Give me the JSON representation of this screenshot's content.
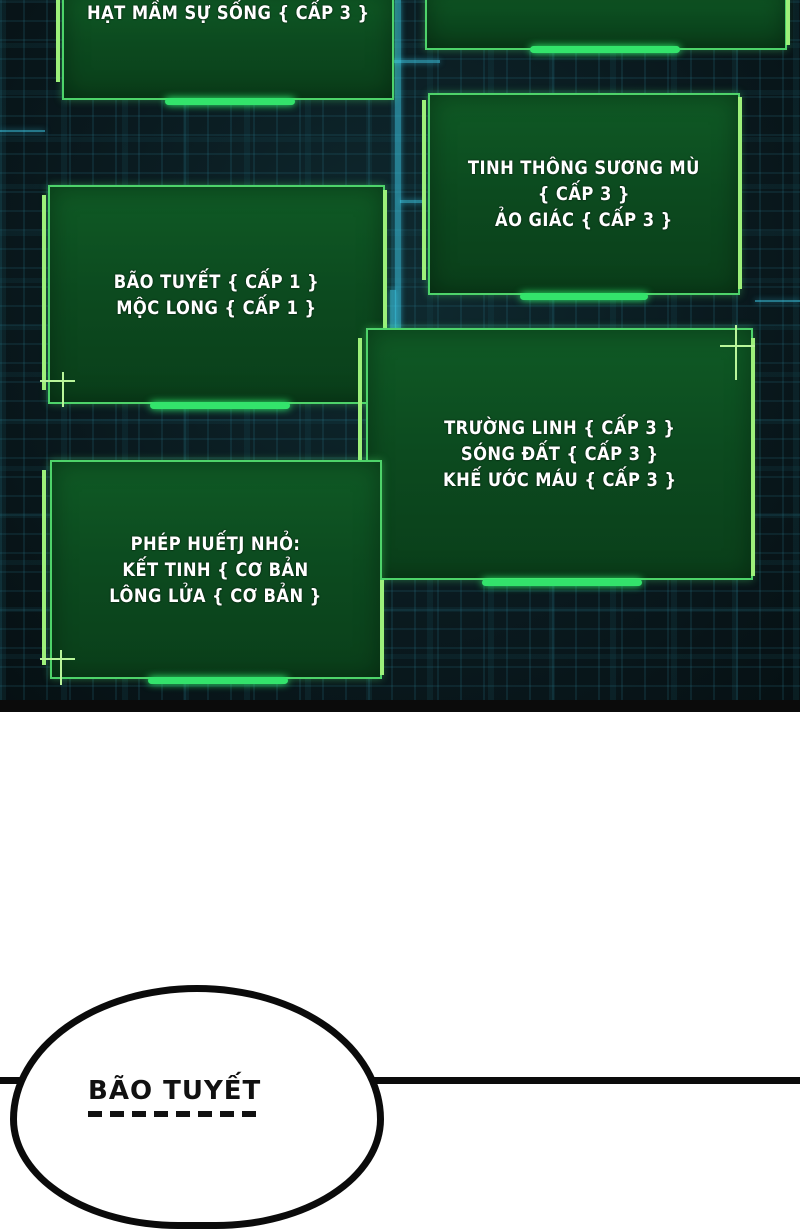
{
  "panel_boxes": [
    {
      "lines": [
        "HẠT MẦM SỰ SỐNG { CẤP 3 }"
      ]
    },
    {
      "lines": []
    },
    {
      "lines": [
        "TINH THÔNG SƯƠNG MÙ",
        "{ CẤP 3 }",
        "ẢO GIÁC { CẤP 3 }"
      ]
    },
    {
      "lines": [
        "BÃO TUYẾT { CẤP 1 }",
        "MỘC LONG { CẤP 1 }"
      ]
    },
    {
      "lines": [
        "TRƯỜNG LINH { CẤP 3 }",
        "SÓNG ĐẤT { CẤP 3 }",
        "KHẾ ƯỚC MÁU { CẤP 3 }"
      ]
    },
    {
      "lines": [
        "PHÉP HUẾTJ NHỎ:",
        "KẾT TINH { CƠ BẢN",
        "LÔNG LỬA { CƠ BẢN }"
      ]
    }
  ],
  "speech_bubble": {
    "text": "BÃO TUYẾT"
  },
  "colors": {
    "box_fill": "#0c4a1f",
    "box_border": "#4ed36a",
    "glow_bar": "#33e36b",
    "circuit": "#0a1a1f"
  }
}
